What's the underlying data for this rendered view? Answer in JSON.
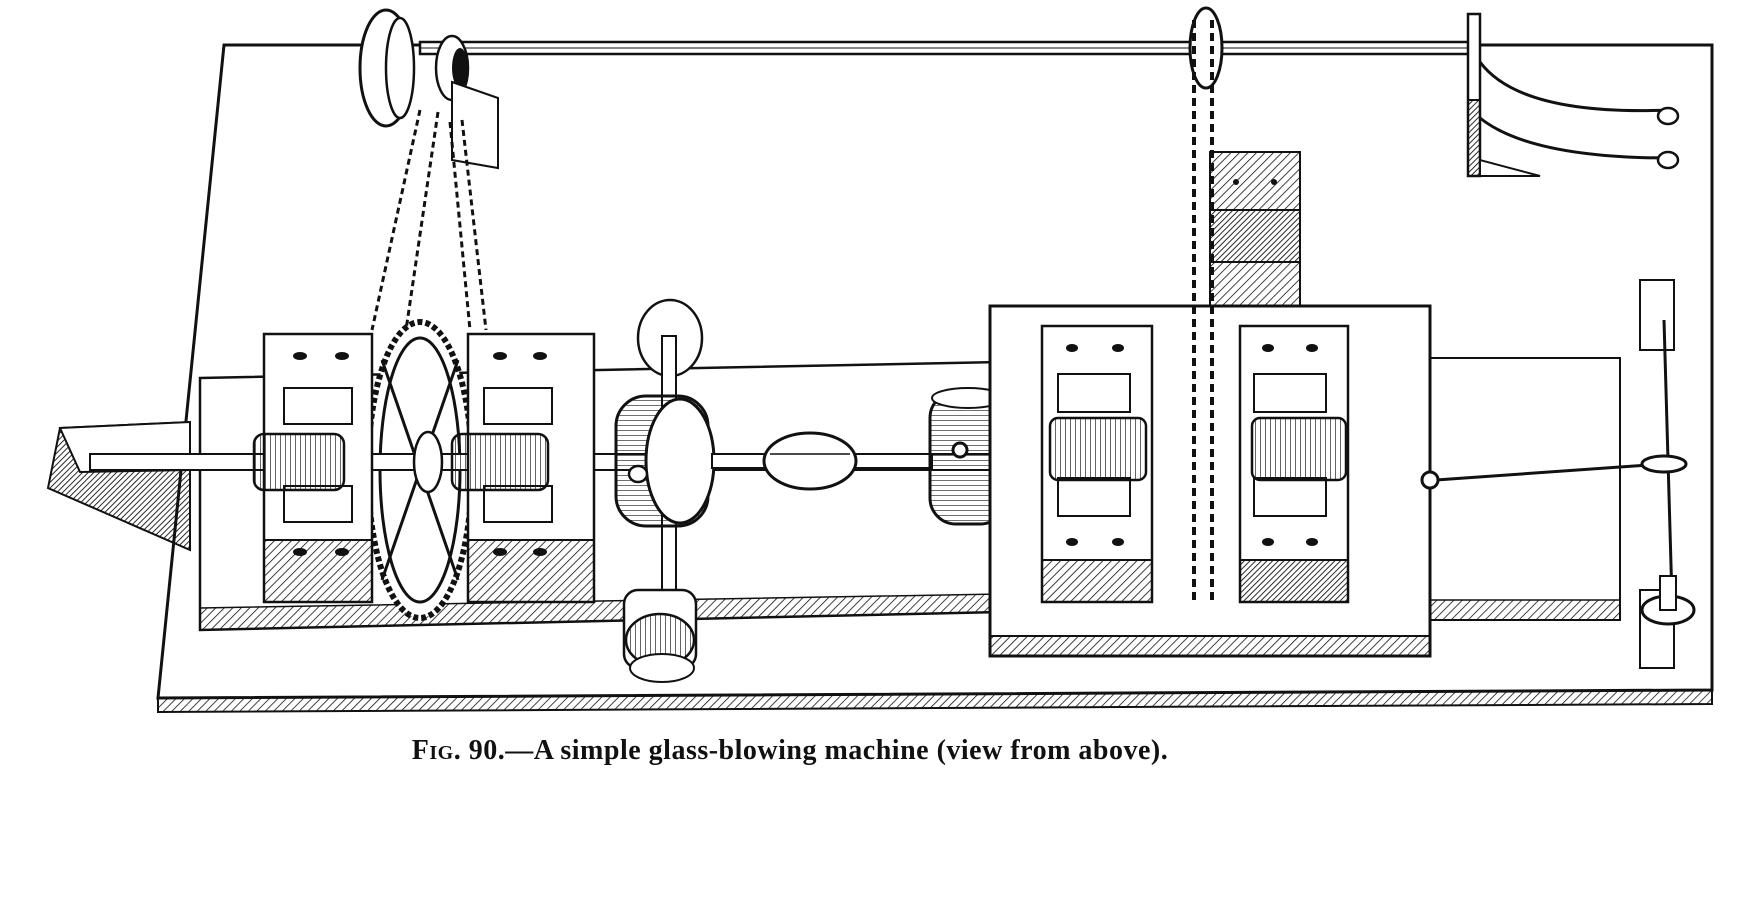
{
  "figure": {
    "caption_prefix": "Fig. 90.",
    "caption_text": "—A simple glass-blowing machine (view from above).",
    "parts": [
      "baseboard",
      "pointer-block",
      "chain-pulley",
      "drive-chain",
      "sprocket-wheel",
      "left-bearing-blocks",
      "left-chuck",
      "glass-bulb",
      "right-chuck",
      "carriage-plate",
      "carriage-bearing-blocks",
      "vertical-chain",
      "overhead-shaft",
      "leaf-spring",
      "lever-rod",
      "adjusting-knob"
    ]
  }
}
